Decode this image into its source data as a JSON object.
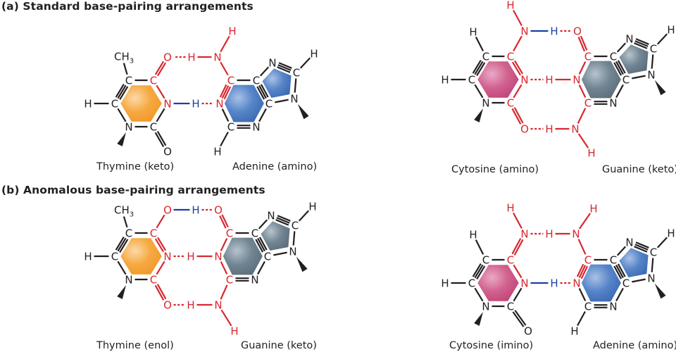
{
  "colors": {
    "black_bond": "#231f20",
    "red_bond": "#d7282f",
    "blue_bond": "#1c3fa8",
    "thymine_fill": "#f5a33c",
    "adenine_fill": "#4f7fc4",
    "cytosine_fill": "#d15a8d",
    "guanine_fill": "#687c8c"
  },
  "sections": [
    {
      "title": "(a) Standard base-pairing arrangements",
      "pairs": [
        {
          "left_caption": "Thymine (keto)",
          "right_caption": "Adenine (amino)"
        },
        {
          "left_caption": "Cytosine (amino)",
          "right_caption": "Guanine (keto)"
        }
      ]
    },
    {
      "title": "(b) Anomalous base-pairing arrangements",
      "pairs": [
        {
          "left_caption": "Thymine (enol)",
          "right_caption": "Guanine (keto)"
        },
        {
          "left_caption": "Cytosine (imino)",
          "right_caption": "Adenine (amino)"
        }
      ]
    }
  ],
  "atoms": {
    "carbon": "C",
    "nitrogen": "N",
    "oxygen": "O",
    "hydrogen": "H",
    "methyl": "CH",
    "methyl_subscript": "3"
  }
}
